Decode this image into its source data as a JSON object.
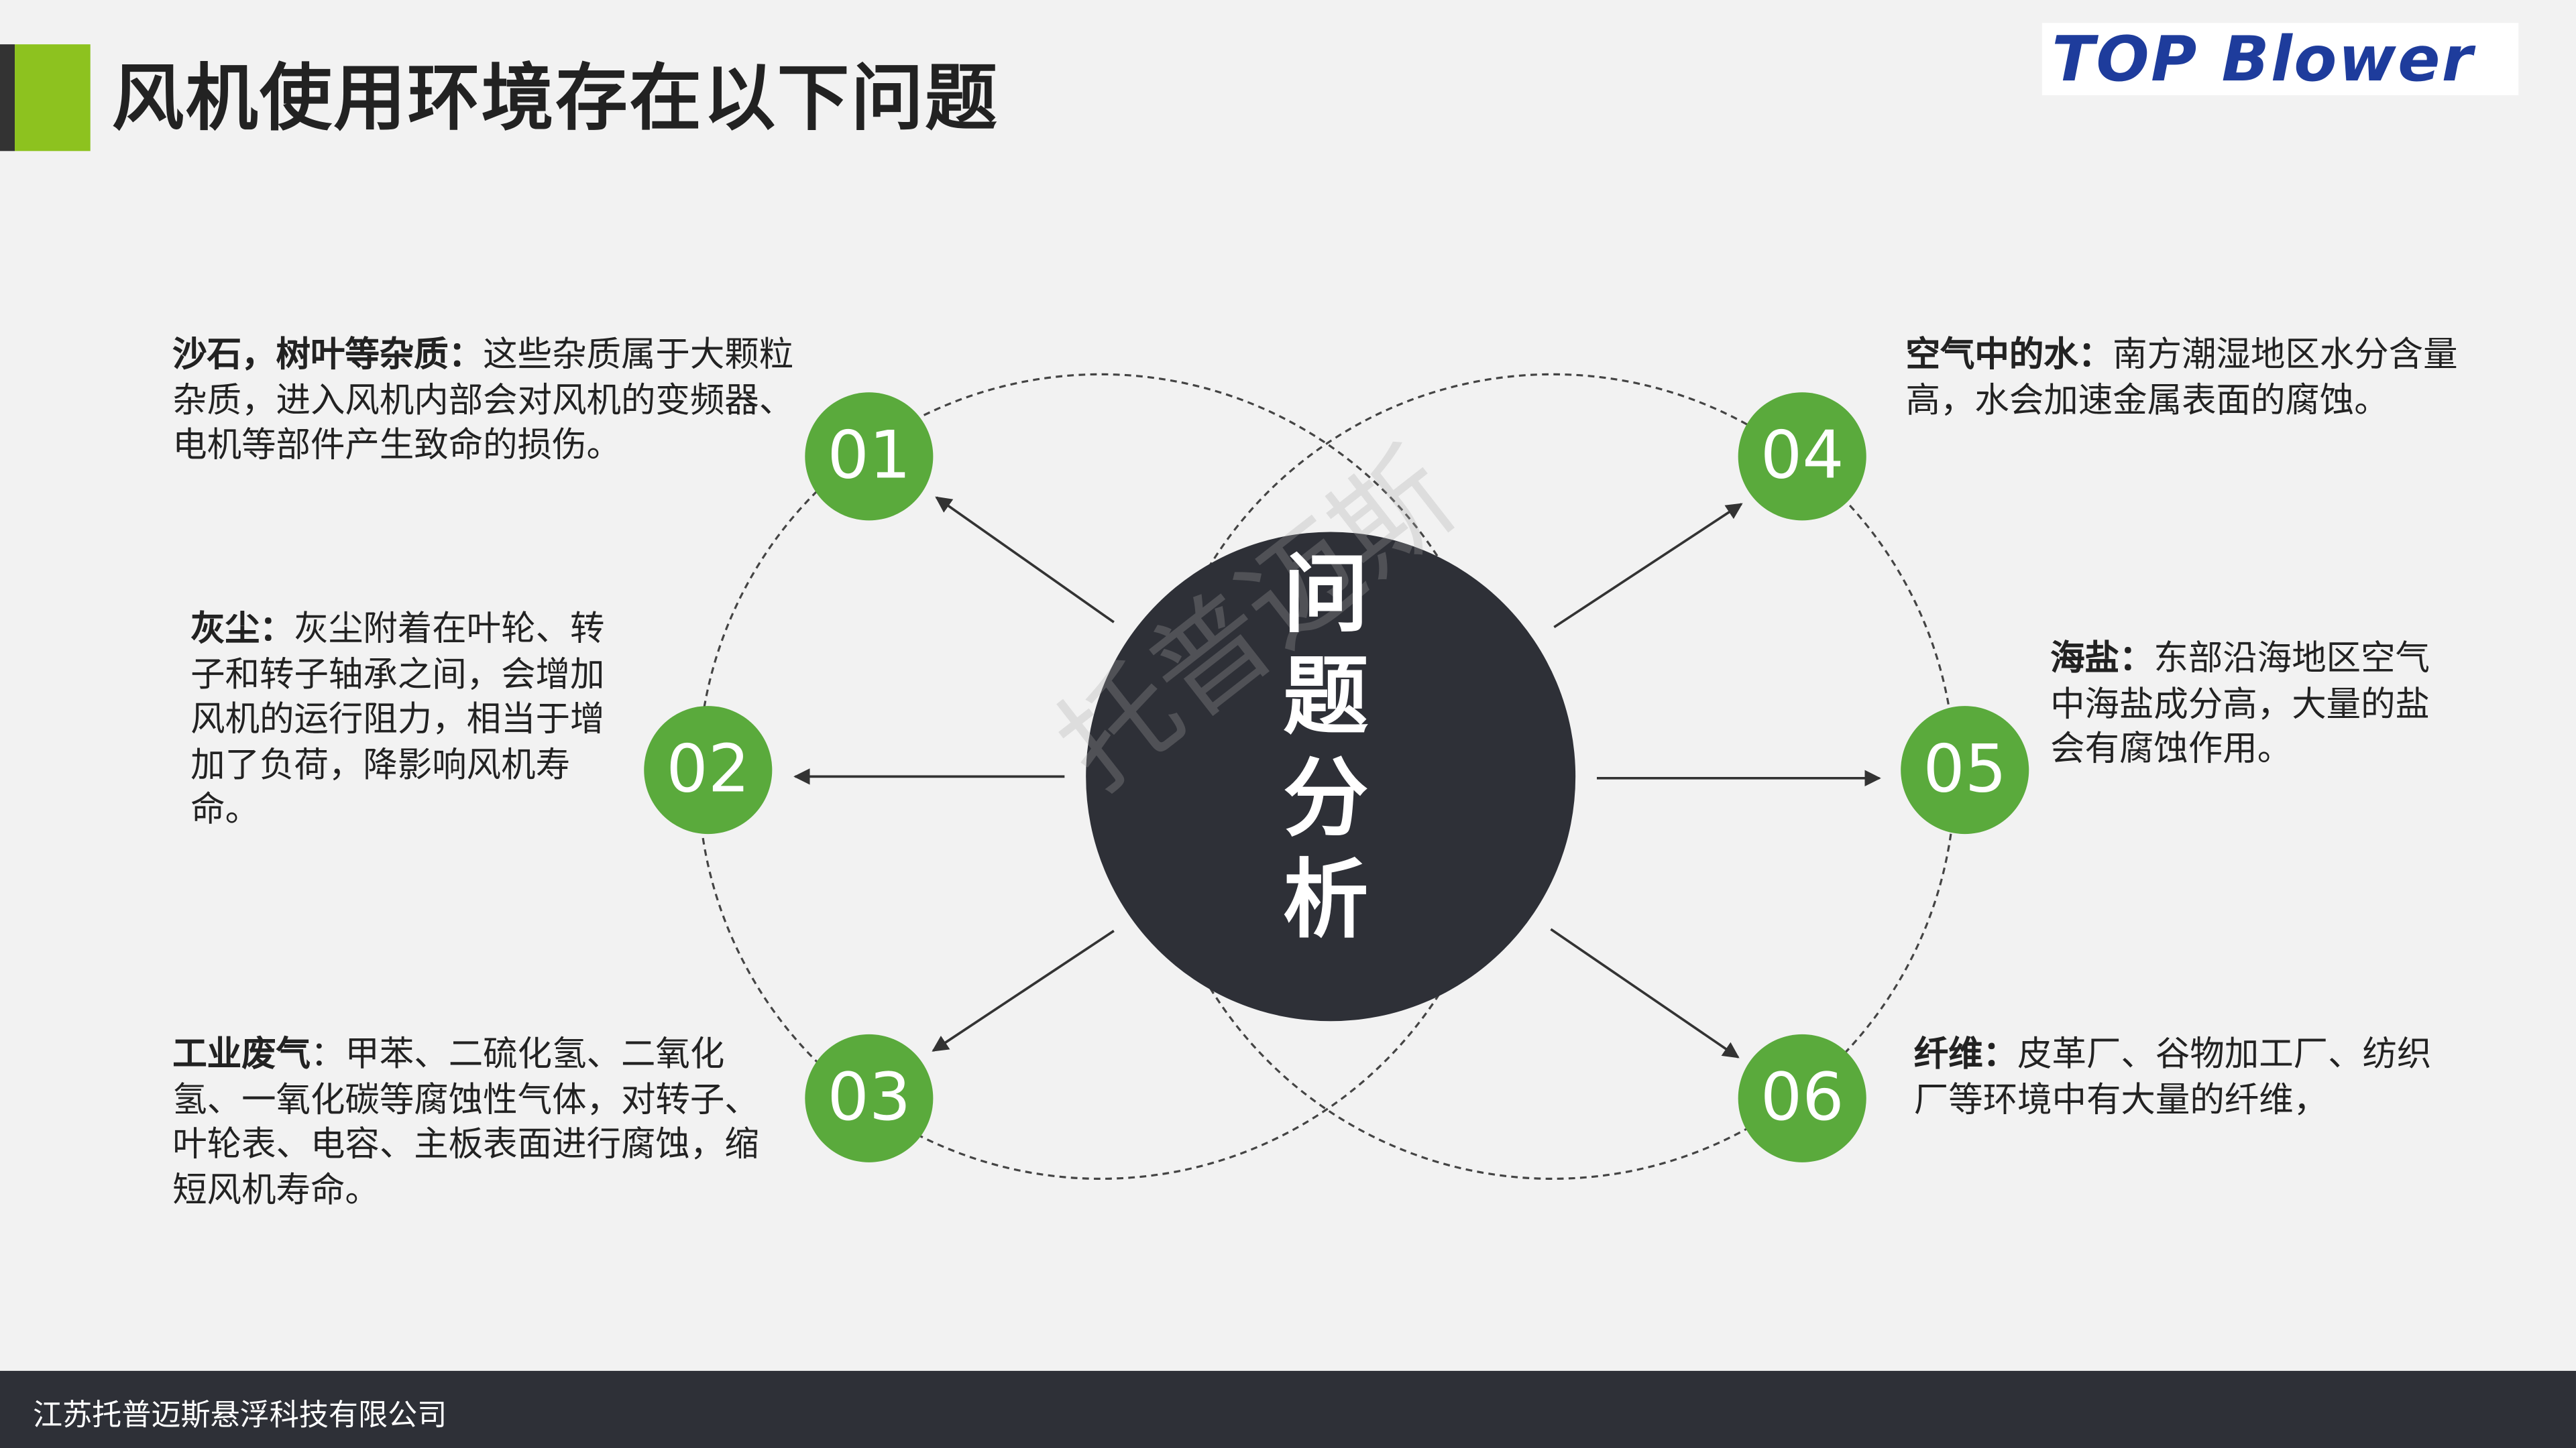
{
  "header": {
    "title": "风机使用环境存在以下问题",
    "logo_text": "TOP Blower"
  },
  "center": {
    "label": "问题分析",
    "watermark": "托普迈斯"
  },
  "items": [
    {
      "number": "01",
      "title": "沙石，树叶等杂质：",
      "text": "这些杂质属于大颗粒杂质，进入风机内部会对风机的变频器、电机等部件产生致命的损伤。"
    },
    {
      "number": "02",
      "title": "灰尘：",
      "text": "灰尘附着在叶轮、转子和转子轴承之间，会增加风机的运行阻力，相当于增加了负荷，降影响风机寿命。"
    },
    {
      "number": "03",
      "title": "工业废气",
      "text": "：甲苯、二硫化氢、二氧化氢、一氧化碳等腐蚀性气体，对转子、叶轮表、电容、主板表面进行腐蚀，缩短风机寿命。"
    },
    {
      "number": "04",
      "title": "空气中的水：",
      "text": "南方潮湿地区水分含量高，水会加速金属表面的腐蚀。"
    },
    {
      "number": "05",
      "title": "海盐：",
      "text": "东部沿海地区空气中海盐成分高，大量的盐会有腐蚀作用。"
    },
    {
      "number": "06",
      "title": "纤维：",
      "text": "皮革厂、谷物加工厂、纺织厂等环境中有大量的纤维，"
    }
  ],
  "footer": {
    "company": "江苏托普迈斯悬浮科技有限公司"
  },
  "colors": {
    "accent_green": "#8dc21f",
    "number_green": "#5aaa3c",
    "center_dark": "#2e3037",
    "logo_blue": "#1e3c9c",
    "background": "#f2f2f2"
  }
}
